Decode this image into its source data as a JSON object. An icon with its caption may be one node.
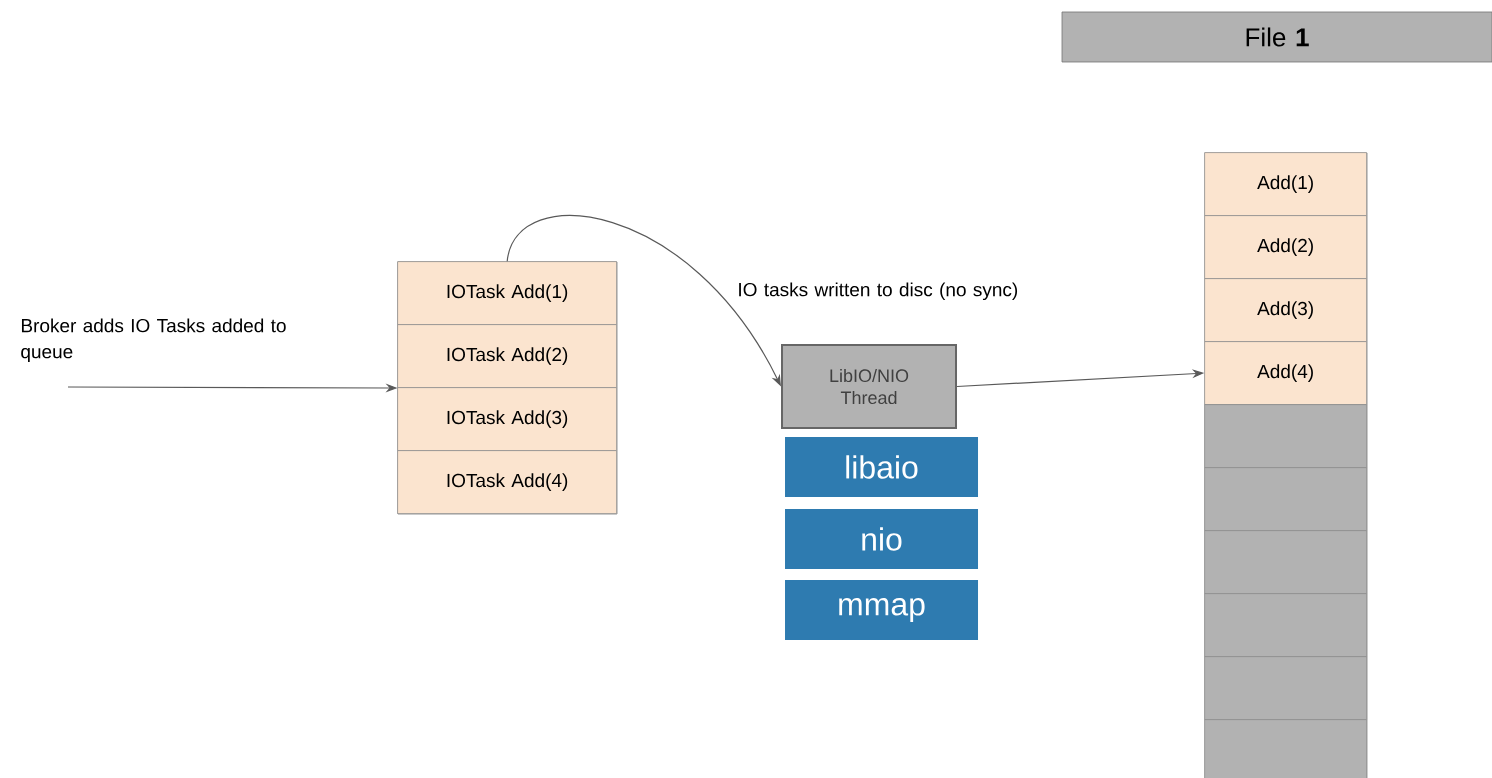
{
  "diagram": {
    "nodes": [
      {
        "text": [
          "File **1**"
        ]
      },
      {
        "text": [],
        "shape": "box"
      },
      {
        "text": [
          "IOTask Add(1)"
        ],
        "in": 1
      },
      {
        "text": [
          "IOTask Add(2)"
        ],
        "in": 1
      },
      {
        "text": [
          "IOTask Add(3)"
        ],
        "in": 1
      },
      {
        "text": [
          "IOTask Add(4)"
        ],
        "in": 1
      },
      {
        "text": [
          "LibIO/NIO Thread"
        ]
      },
      {
        "text": [
          "libaio"
        ]
      },
      {
        "text": [
          "nio"
        ]
      },
      {
        "text": [
          "mmap"
        ]
      },
      {
        "text": [],
        "shape": "box"
      },
      {
        "text": [
          "Add(1)"
        ],
        "in": 10
      },
      {
        "text": [
          "Add(2)"
        ],
        "in": 10
      },
      {
        "text": [
          "Add(3)"
        ],
        "in": 10
      },
      {
        "text": [
          "Add(4)"
        ],
        "in": 10
      },
      {
        "text": [],
        "shape": "box",
        "in": 10
      },
      {
        "text": [],
        "shape": "box",
        "in": 10
      },
      {
        "text": [],
        "shape": "box",
        "in": 10
      },
      {
        "text": [],
        "shape": "box",
        "in": 10
      },
      {
        "text": [],
        "shape": "box",
        "in": 10
      },
      {
        "text": [],
        "shape": "box",
        "in": 10
      }
    ],
    "edges": [
      {
        "from": null,
        "to": 1,
        "arrow": "to"
      },
      {
        "from": 2,
        "to": 6,
        "arrow": "to"
      },
      {
        "from": 6,
        "to": 14,
        "arrow": "to"
      }
    ],
    "labels": [
      "Broker adds IO Tasks added to queue",
      "IO tasks written to disc (no sync)"
    ]
  }
}
